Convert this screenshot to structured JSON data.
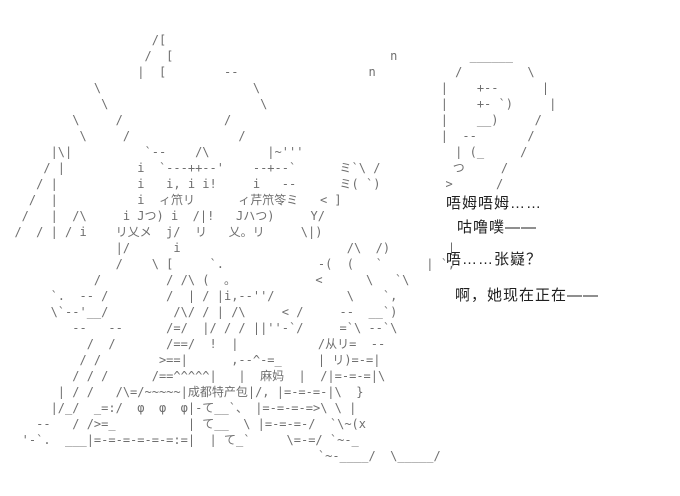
{
  "canvas": {
    "background": "#ffffff"
  },
  "colors": {
    "artwork": "#6f6f6f",
    "dialogue": "#1f1f1f"
  },
  "artwork": {
    "description": "ascii-art scene of a girl carrying a patched sack and stacked luggage",
    "lines": [
      "",
      "",
      "                     /[",
      "                    /  [                              n          ______",
      "                   |  [        --                  n           /         \\",
      "             \\                     \\                         |    +--      |",
      "              \\                     \\                        |    +- `)     |",
      "          \\     /              /                             |    __)     /",
      "           \\     /               /                           |  --       /",
      "       |\\|          `--    /\\        |~'''                     | (_     /",
      "      / |          i  `---++--'    --+--`      ミ`\\ /          つ     /",
      "     / |           i   i, i i!     i   --      ミ( `)         >      /",
      "    /  |           i  ィ笊リ      ィ芹笊笭ミ   < ]",
      "   /   |  /\\     i Jつ) i  /|!   Jハつ)     Y/",
      "  /  / | / i    リ乂メ  j/  リ   乂。リ     \\|)",
      "                |/      i                       /\\  /)        |",
      "                /    \\ [     `.             -(  (   `      | `,",
      "             /         / /\\ (  。           <      \\   `\\",
      "       `.  -- /        /  | / |i,--''/          \\    `,",
      "       \\`--'__/         /\\/ / | /\\     < /     --  __`)",
      "          --   --      /=/  |/ / / ||''-`/     =`\\ --`\\",
      "            /  /       /==/  !  |           /从リ=  --",
      "           / /        >==|      ,--^-=_     | リ)=-=|",
      "          / / /      /==^^^^^|   |  麻妈  |  /|=-=-=|\\",
      "        | / /   /\\=/~~~~~|成都特产包|/, |=-=-=-|\\  }",
      "       |/_/  _=:/  φ  φ  φ|-て__`、 |=-=-=-=>\\ \\ |",
      "     --   / />=_          | て__  \\ |=-=-=-/  `\\~(x",
      "   '-`.  ___|=-=-=-=-=-=:=|  | て_`     \\=-=/ `~-_",
      "                                            `~-____/  \\_____/",
      "",
      ""
    ]
  },
  "dialogue": {
    "lines": [
      {
        "text": "唔姆唔姆……"
      },
      {
        "text": "咕噜噗——"
      },
      {
        "text": "唔……张嶷？"
      },
      {
        "text": "啊，她现在正在——"
      }
    ]
  },
  "labels": {
    "luggage_label_1": "麻妈",
    "luggage_label_2": "成都特产包"
  }
}
